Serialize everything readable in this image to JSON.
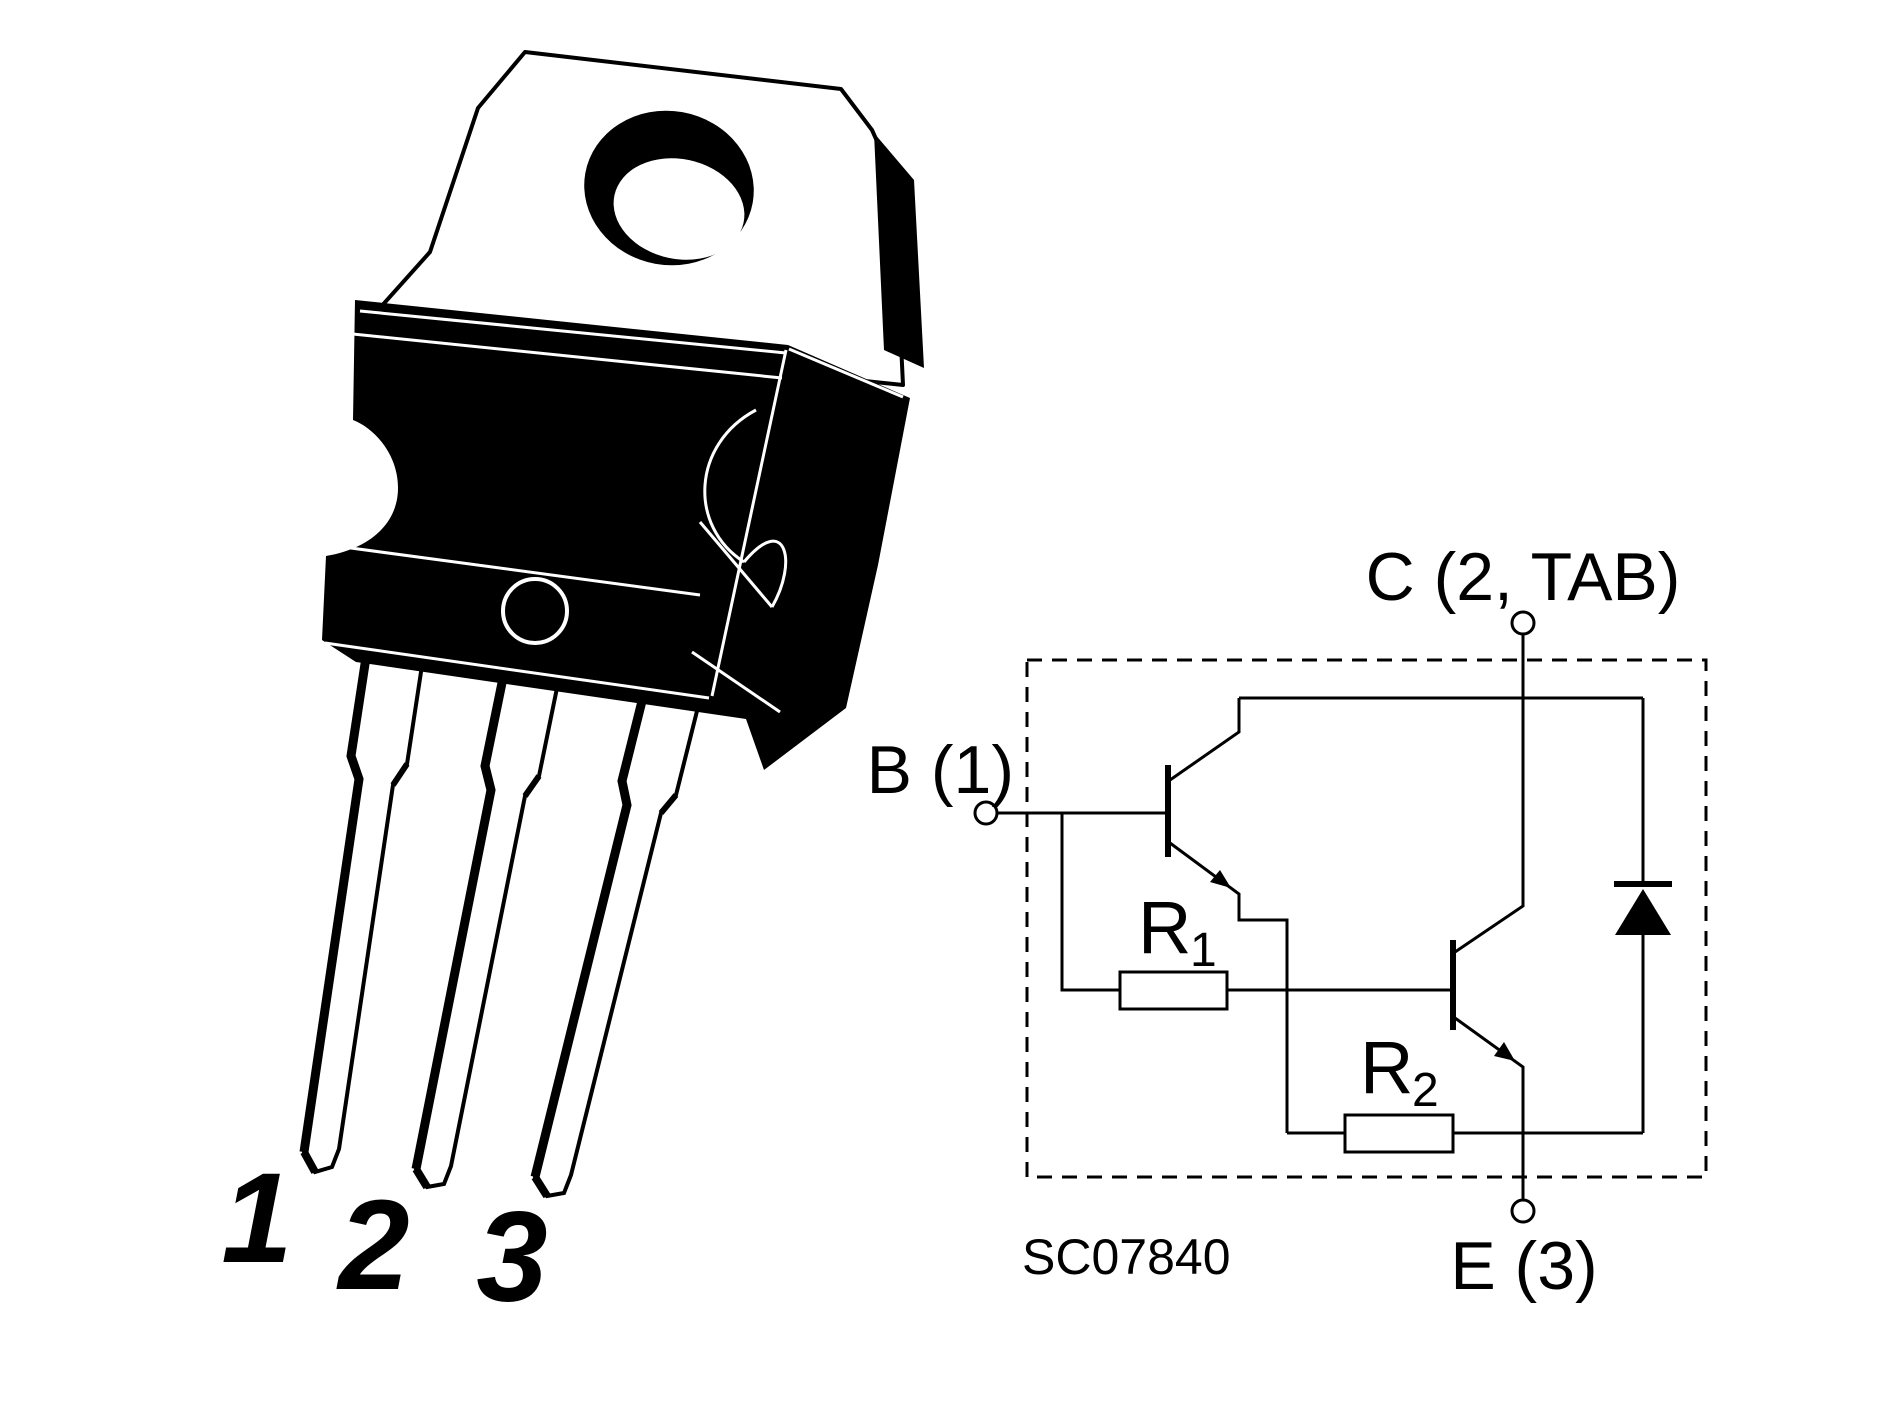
{
  "page": {
    "background_color": "#ffffff",
    "ink_color": "#000000"
  },
  "package": {
    "kind": "TO-220 power package drawing",
    "pin_labels": [
      "1",
      "2",
      "3"
    ]
  },
  "schematic": {
    "code_label": "SC07840",
    "terminals": {
      "base": "B (1)",
      "collector": "C (2, TAB)",
      "emitter": "E (3)"
    },
    "resistors": {
      "r1": {
        "symbol": "R",
        "subscript": "1"
      },
      "r2": {
        "symbol": "R",
        "subscript": "2"
      }
    },
    "symbols": {
      "q1": "npn-transistor-icon",
      "q2": "npn-transistor-icon",
      "d1": "diode-icon",
      "boundary": "dashed-package-outline"
    }
  }
}
